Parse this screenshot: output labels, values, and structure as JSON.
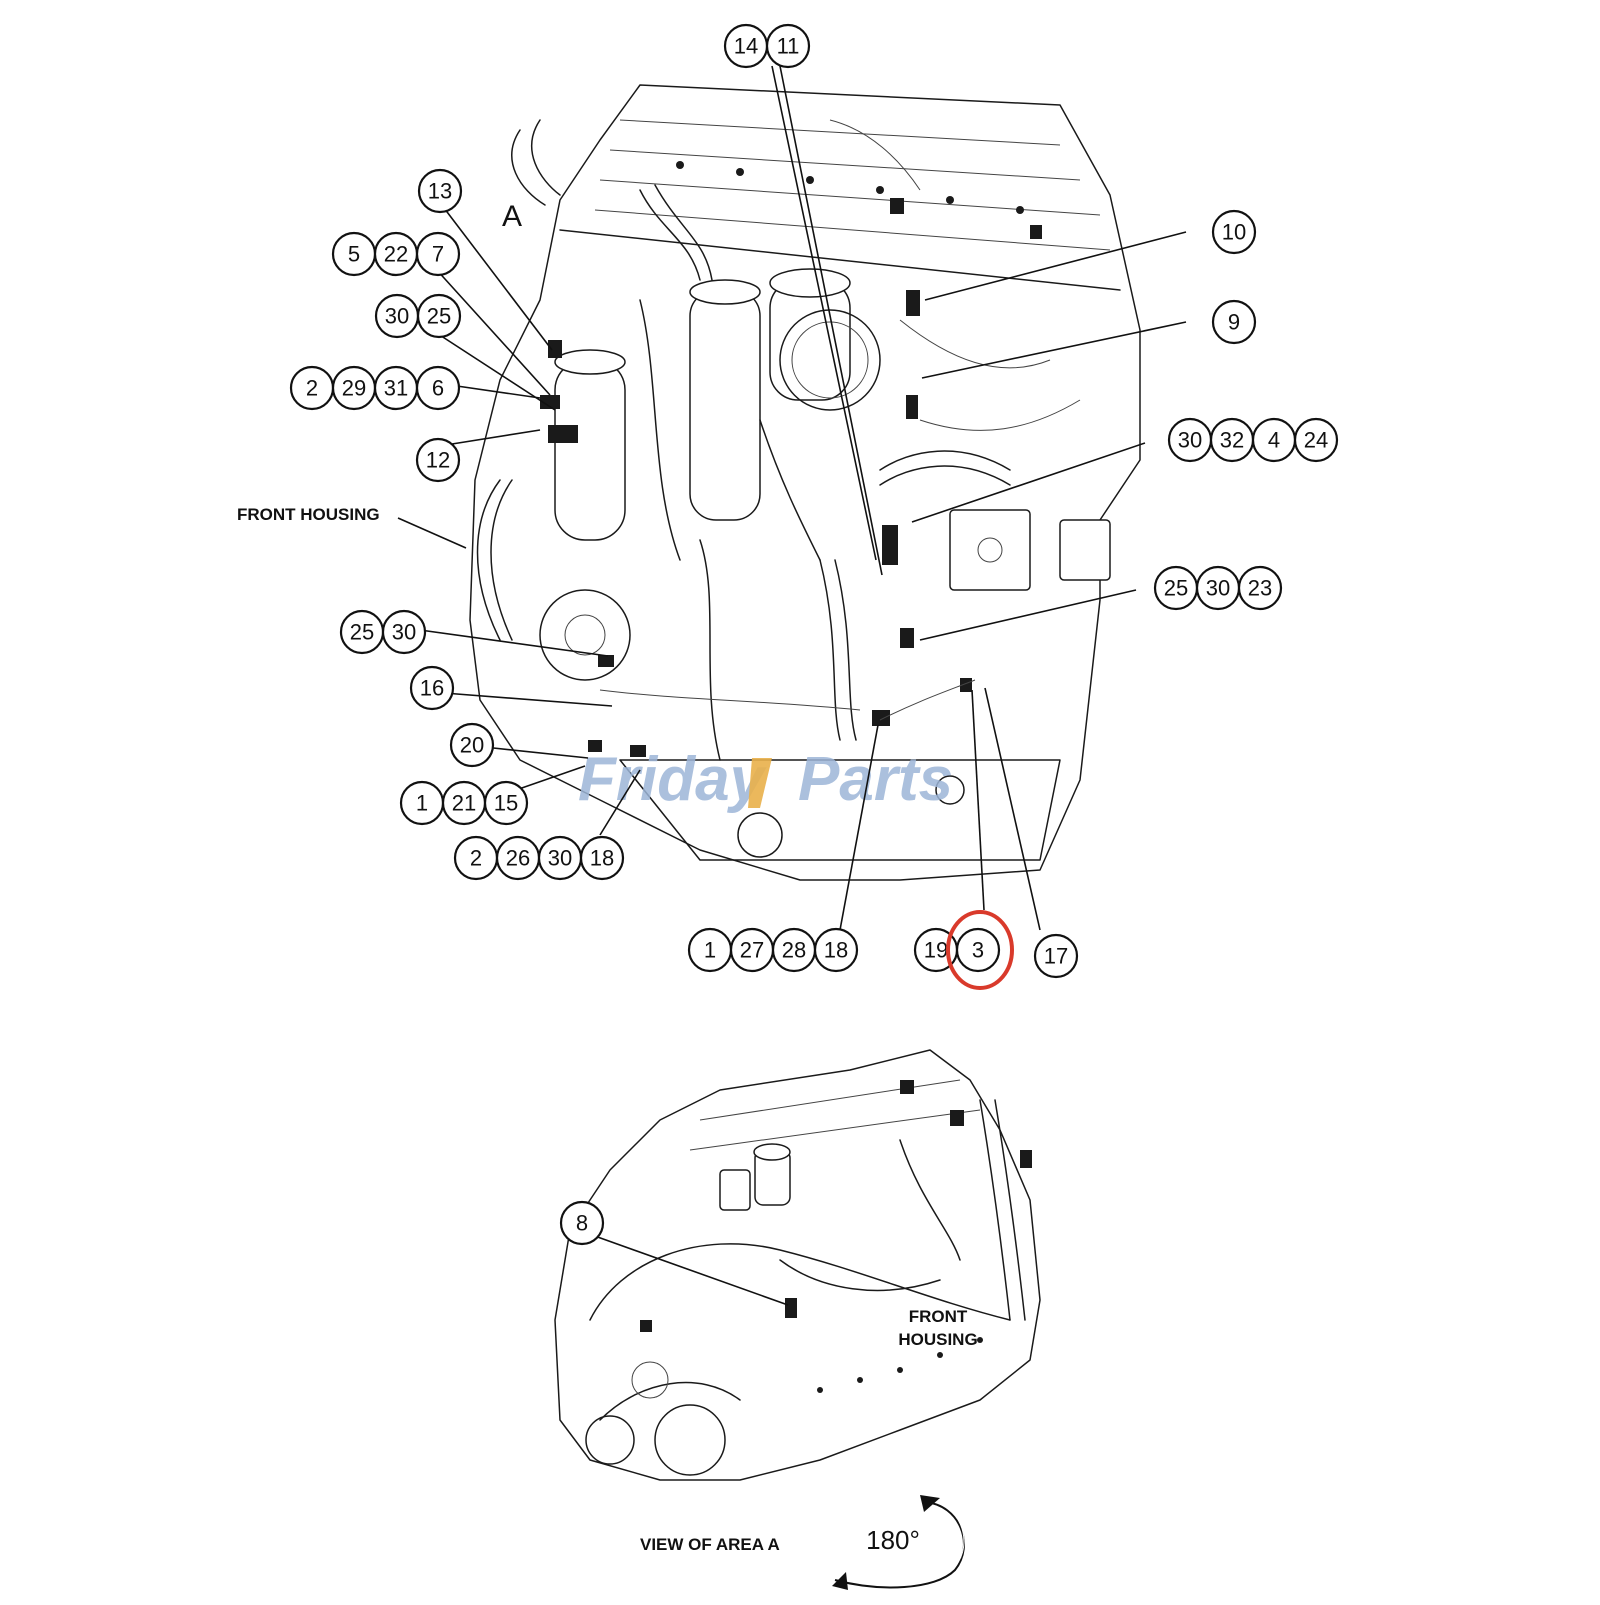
{
  "diagram": {
    "area_marker": "A",
    "labels": {
      "front_housing_main": "FRONT HOUSING",
      "front_housing_inset_line1": "FRONT",
      "front_housing_inset_line2": "HOUSING",
      "view_of_area": "VIEW OF AREA  A",
      "rotation": "180°"
    },
    "watermark": {
      "part1": "Friday",
      "part2": "Parts"
    },
    "callouts": {
      "g14_11": [
        "14",
        "11"
      ],
      "g13": [
        "13"
      ],
      "g5_22_7": [
        "5",
        "22",
        "7"
      ],
      "g30_25_a": [
        "30",
        "25"
      ],
      "g2_29_31_6": [
        "2",
        "29",
        "31",
        "6"
      ],
      "g12": [
        "12"
      ],
      "g10": [
        "10"
      ],
      "g9": [
        "9"
      ],
      "g30_32_4_24": [
        "30",
        "32",
        "4",
        "24"
      ],
      "g25_30_23": [
        "25",
        "30",
        "23"
      ],
      "g25_30_b": [
        "25",
        "30"
      ],
      "g16": [
        "16"
      ],
      "g20": [
        "20"
      ],
      "g1_21_15": [
        "1",
        "21",
        "15"
      ],
      "g2_26_30_18": [
        "2",
        "26",
        "30",
        "18"
      ],
      "g1_27_28_18": [
        "1",
        "27",
        "28",
        "18"
      ],
      "g19_3": [
        "19",
        "3"
      ],
      "g17": [
        "17"
      ],
      "g8": [
        "8"
      ]
    },
    "highlight": {
      "callout": "3",
      "color": "#d93a2b"
    }
  }
}
